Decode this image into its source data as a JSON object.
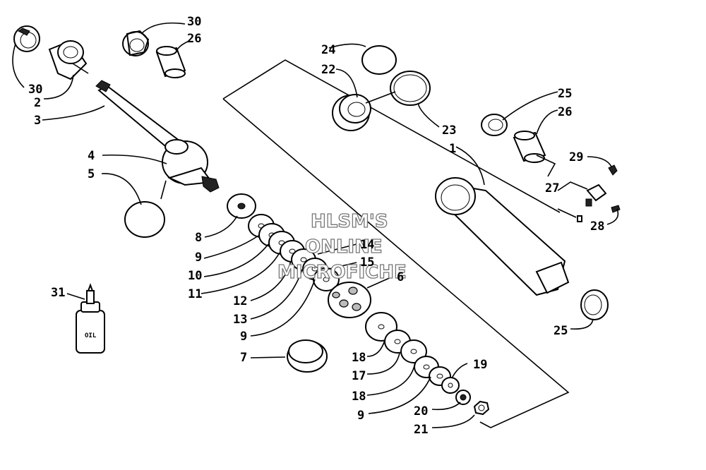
{
  "watermark": {
    "line1": "HLSM'S",
    "line2": "ONLINE",
    "line3": "MICROFICHE"
  },
  "oil_bottle_label": "OIL",
  "callouts": {
    "c30a": "30",
    "c26a": "26",
    "c30b": "30",
    "c2": "2",
    "c3": "3",
    "c4": "4",
    "c5": "5",
    "c8": "8",
    "c9a": "9",
    "c10": "10",
    "c11": "11",
    "c12": "12",
    "c13": "13",
    "c9b": "9",
    "c7": "7",
    "c31": "31",
    "c14": "14",
    "c15": "15",
    "c6": "6",
    "c24": "24",
    "c22": "22",
    "c23": "23",
    "c1": "1",
    "c25a": "25",
    "c26b": "26",
    "c29": "29",
    "c27": "27",
    "c28": "28",
    "c25b": "25",
    "c18a": "18",
    "c17": "17",
    "c18b": "18",
    "c19": "19",
    "c9c": "9",
    "c20": "20",
    "c21": "21"
  },
  "colors": {
    "ink": "#000000",
    "paper": "#ffffff",
    "watermark_outline": "#777777"
  }
}
